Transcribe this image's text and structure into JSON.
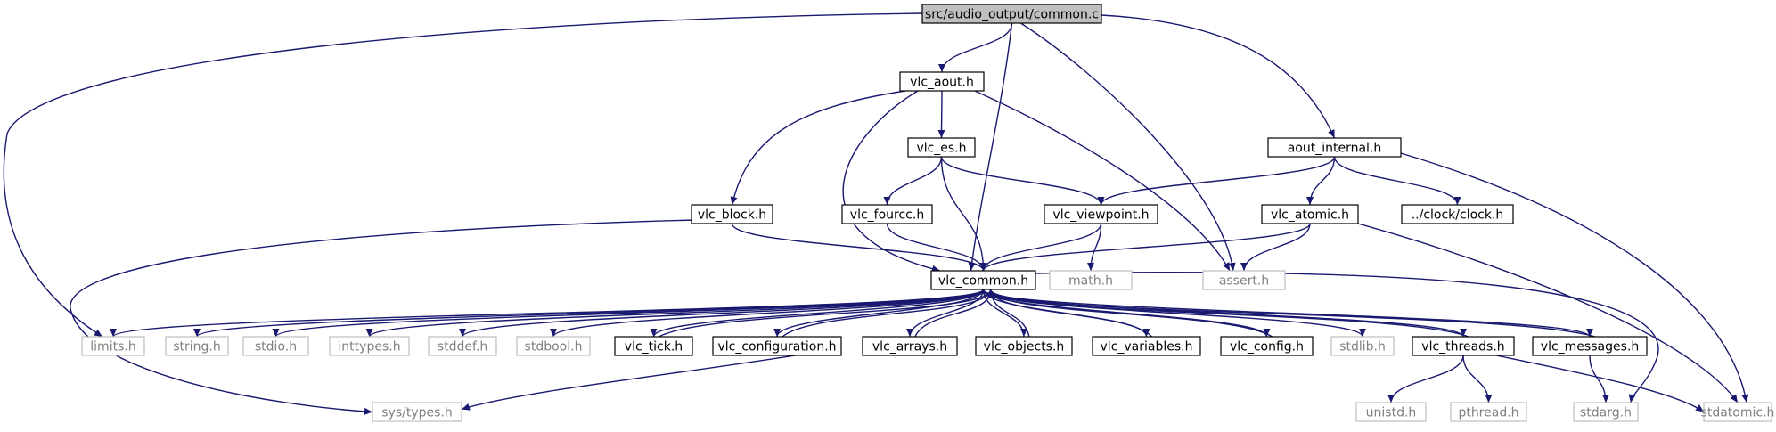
{
  "colors": {
    "edge": "#191970",
    "node_fill": "#ffffff",
    "root_fill": "#bfbfbf",
    "documented_border": "#000000",
    "documented_text": "#000000",
    "external_border": "#bfbfbf",
    "external_text": "#808080"
  },
  "nodes": [
    {
      "id": "root",
      "label": "src/audio_output/common.c",
      "style": "root"
    },
    {
      "id": "vlc_aout",
      "label": "vlc_aout.h",
      "style": "documented"
    },
    {
      "id": "aout_internal",
      "label": "aout_internal.h",
      "style": "documented"
    },
    {
      "id": "vlc_es",
      "label": "vlc_es.h",
      "style": "documented"
    },
    {
      "id": "vlc_block",
      "label": "vlc_block.h",
      "style": "documented"
    },
    {
      "id": "vlc_fourcc",
      "label": "vlc_fourcc.h",
      "style": "documented"
    },
    {
      "id": "vlc_viewpoint",
      "label": "vlc_viewpoint.h",
      "style": "documented"
    },
    {
      "id": "vlc_atomic",
      "label": "vlc_atomic.h",
      "style": "documented"
    },
    {
      "id": "clock",
      "label": "../clock/clock.h",
      "style": "documented"
    },
    {
      "id": "vlc_common",
      "label": "vlc_common.h",
      "style": "documented"
    },
    {
      "id": "math",
      "label": "math.h",
      "style": "external"
    },
    {
      "id": "assert",
      "label": "assert.h",
      "style": "external"
    },
    {
      "id": "limits",
      "label": "limits.h",
      "style": "external"
    },
    {
      "id": "string",
      "label": "string.h",
      "style": "external"
    },
    {
      "id": "stdio",
      "label": "stdio.h",
      "style": "external"
    },
    {
      "id": "inttypes",
      "label": "inttypes.h",
      "style": "external"
    },
    {
      "id": "stddef",
      "label": "stddef.h",
      "style": "external"
    },
    {
      "id": "stdbool",
      "label": "stdbool.h",
      "style": "external"
    },
    {
      "id": "vlc_tick",
      "label": "vlc_tick.h",
      "style": "documented"
    },
    {
      "id": "vlc_configuration",
      "label": "vlc_configuration.h",
      "style": "documented"
    },
    {
      "id": "vlc_arrays",
      "label": "vlc_arrays.h",
      "style": "documented"
    },
    {
      "id": "vlc_objects",
      "label": "vlc_objects.h",
      "style": "documented"
    },
    {
      "id": "vlc_variables",
      "label": "vlc_variables.h",
      "style": "documented"
    },
    {
      "id": "vlc_config",
      "label": "vlc_config.h",
      "style": "documented"
    },
    {
      "id": "stdlib",
      "label": "stdlib.h",
      "style": "external"
    },
    {
      "id": "vlc_threads",
      "label": "vlc_threads.h",
      "style": "documented"
    },
    {
      "id": "vlc_messages",
      "label": "vlc_messages.h",
      "style": "documented"
    },
    {
      "id": "stdatomic",
      "label": "stdatomic.h",
      "style": "external"
    },
    {
      "id": "sys_types",
      "label": "sys/types.h",
      "style": "external"
    },
    {
      "id": "unistd",
      "label": "unistd.h",
      "style": "external"
    },
    {
      "id": "pthread",
      "label": "pthread.h",
      "style": "external"
    },
    {
      "id": "stdarg",
      "label": "stdarg.h",
      "style": "external"
    }
  ],
  "edges": [
    {
      "from": "root",
      "to": "vlc_aout"
    },
    {
      "from": "root",
      "to": "aout_internal"
    },
    {
      "from": "root",
      "to": "vlc_common"
    },
    {
      "from": "root",
      "to": "assert"
    },
    {
      "from": "root",
      "to": "limits"
    },
    {
      "from": "vlc_aout",
      "to": "vlc_es"
    },
    {
      "from": "vlc_aout",
      "to": "vlc_block"
    },
    {
      "from": "vlc_aout",
      "to": "vlc_common"
    },
    {
      "from": "vlc_aout",
      "to": "assert"
    },
    {
      "from": "vlc_es",
      "to": "vlc_fourcc"
    },
    {
      "from": "vlc_es",
      "to": "vlc_viewpoint"
    },
    {
      "from": "vlc_es",
      "to": "vlc_common"
    },
    {
      "from": "vlc_block",
      "to": "vlc_common"
    },
    {
      "from": "vlc_block",
      "to": "sys_types"
    },
    {
      "from": "vlc_fourcc",
      "to": "vlc_common"
    },
    {
      "from": "vlc_viewpoint",
      "to": "vlc_common"
    },
    {
      "from": "vlc_viewpoint",
      "to": "math"
    },
    {
      "from": "aout_internal",
      "to": "vlc_viewpoint"
    },
    {
      "from": "aout_internal",
      "to": "vlc_atomic"
    },
    {
      "from": "aout_internal",
      "to": "clock"
    },
    {
      "from": "aout_internal",
      "to": "stdatomic"
    },
    {
      "from": "vlc_atomic",
      "to": "vlc_common"
    },
    {
      "from": "vlc_atomic",
      "to": "assert"
    },
    {
      "from": "vlc_atomic",
      "to": "stdatomic"
    },
    {
      "from": "vlc_common",
      "to": "limits"
    },
    {
      "from": "vlc_common",
      "to": "string"
    },
    {
      "from": "vlc_common",
      "to": "stdio"
    },
    {
      "from": "vlc_common",
      "to": "inttypes"
    },
    {
      "from": "vlc_common",
      "to": "stddef"
    },
    {
      "from": "vlc_common",
      "to": "stdbool"
    },
    {
      "from": "vlc_common",
      "to": "vlc_tick"
    },
    {
      "from": "vlc_common",
      "to": "vlc_configuration"
    },
    {
      "from": "vlc_common",
      "to": "vlc_arrays"
    },
    {
      "from": "vlc_common",
      "to": "vlc_objects"
    },
    {
      "from": "vlc_common",
      "to": "vlc_variables"
    },
    {
      "from": "vlc_common",
      "to": "vlc_config"
    },
    {
      "from": "vlc_common",
      "to": "stdlib"
    },
    {
      "from": "vlc_common",
      "to": "vlc_threads"
    },
    {
      "from": "vlc_common",
      "to": "vlc_messages"
    },
    {
      "from": "vlc_common",
      "to": "stdarg"
    },
    {
      "from": "vlc_tick",
      "to": "vlc_common"
    },
    {
      "from": "vlc_configuration",
      "to": "vlc_common"
    },
    {
      "from": "vlc_configuration",
      "to": "sys_types"
    },
    {
      "from": "vlc_arrays",
      "to": "vlc_common"
    },
    {
      "from": "vlc_objects",
      "to": "vlc_common"
    },
    {
      "from": "vlc_variables",
      "to": "vlc_common"
    },
    {
      "from": "vlc_config",
      "to": "vlc_common"
    },
    {
      "from": "vlc_threads",
      "to": "vlc_common"
    },
    {
      "from": "vlc_threads",
      "to": "unistd"
    },
    {
      "from": "vlc_threads",
      "to": "pthread"
    },
    {
      "from": "vlc_threads",
      "to": "stdatomic"
    },
    {
      "from": "vlc_messages",
      "to": "vlc_common"
    },
    {
      "from": "vlc_messages",
      "to": "stdarg"
    }
  ]
}
